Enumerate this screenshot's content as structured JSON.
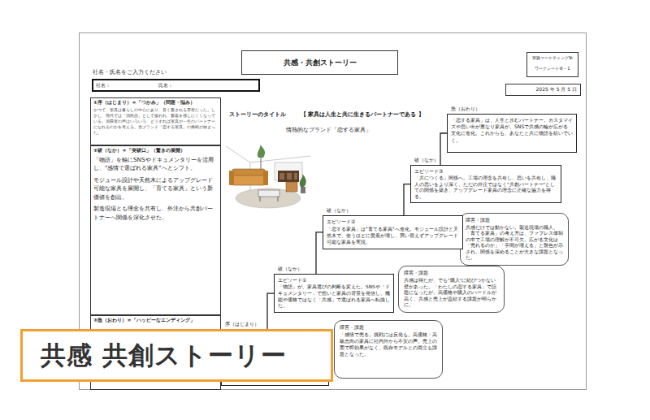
{
  "diagram": {
    "title": "共感・共創ストーリー",
    "nodes": [
      {
        "text": [
          "共感・共創ストーリー"
        ]
      },
      {
        "text": [
          "実践マーケティング塾",
          "ワークシート⑥－1"
        ]
      },
      {
        "text": [
          "社名：",
          "氏名："
        ]
      },
      {
        "text": [
          "2025 年 5 月 5 日"
        ]
      },
      {
        "text": [
          "①序（はじまり）＝「つかみ」（問題・悩み）",
          "かつて、家具は暮らしの中心にあり、長く愛される存在だった。しかし、現代では「消耗品」として扱われ、愛着を感じにくくなっている。消費者の声はいろいろ、どうすれば家具が一生のパートナーになれるのかを考える。当ブランド「恋する家具」の挑戦が始まった。"
        ]
      },
      {
        "text": [
          "②破（なか）＝「突破口」（驚きの展開）",
          "「物語」を軸にSNSやドキュメンタリーを活用し、\"感情で選ばれる家具\"へとシフト。",
          "モジュール設計や天然木によるアップグレード可能な家具を展開し、「育てる家具」という新価値を創出。",
          "製造現場とも理念を共有し、外注から共創パートナーへ関係を深化させた。"
        ]
      },
      {
        "text": [
          "③急（おわり）＝「ハッピーなエンディング」"
        ]
      },
      {
        "text": [
          "急（おわり）",
          "「恋する家具」は、人生と歩むパートナー。カスタマイズや思い出が重なり家具が、SNSで共感の輪が広がる文化に進化。これからも、あなたと共に物語を紡いでいく。"
        ]
      },
      {
        "text": [
          "破（なか）",
          "エピソード③",
          "「共につくる」関係へ。工場の理念を共有し、思いを共有し、職人の思いをより深く、ただの外注ではなく\"共創パートナー\"としての関係を築き、アップグレード家具の理念に正確な協力を得る。"
        ]
      },
      {
        "text": [
          "障害・課題",
          "共感だけでは動かない。製造現場の職人、「育てる家具」の考え方は、ファブレス体制の中で工場の理解が不可欠。広がる文化は「売れるのか」「手間が増える」と難色が示され、関係を深めることが大きな課題となった。"
        ]
      },
      {
        "text": [
          "破（なか）",
          "エピソード②",
          "「恋する家具」は\"育てる家具\"へ進化。モジュール設計と天然木で、使うほどに愛着が増し、買い替えずアップグレード可能な家具を実現。"
        ]
      },
      {
        "text": [
          "障害・課題",
          "共感は得たが、でも\"購入\"に結びつかない壁があった。「わたしの恋する家具」で話題になったが、高価格や購入のハードルが高く、共感と売上が直結する課題が明らかに。"
        ]
      },
      {
        "text": [
          "破（なか）",
          "エピソード①",
          "「物語」が、家具選びの判断を変えた。SNSや『ドキュメンタリー』で想いと家具の背景を発信し、機能や価格ではなく「共感」で選ばれる家具へ転換した。"
        ]
      },
      {
        "text": [
          "序（はじまり）"
        ]
      },
      {
        "text": [
          "障害・課題",
          "「感情で売る」挑戦には反発も。高価格・高級志向の家具に社内外から不安の声。売上の面で即効果がなく、既存モデルとの両立も課題となった。"
        ]
      },
      {
        "text": [
          "共感 共創ストーリー"
        ]
      }
    ],
    "edges": [
      {
        "from": 13,
        "to": 12,
        "arrow": "none"
      },
      {
        "from": 12,
        "to": 10,
        "arrow": "none"
      },
      {
        "from": 10,
        "to": 8,
        "arrow": "none"
      },
      {
        "from": 8,
        "to": 7,
        "arrow": "none"
      }
    ],
    "labels": [
      "社名・氏名をご入力ください",
      "ストーリーのタイトル",
      "【 家具は人生と共に生きるパートナーである 】",
      "情熱的なブランド「恋する家具」"
    ]
  }
}
